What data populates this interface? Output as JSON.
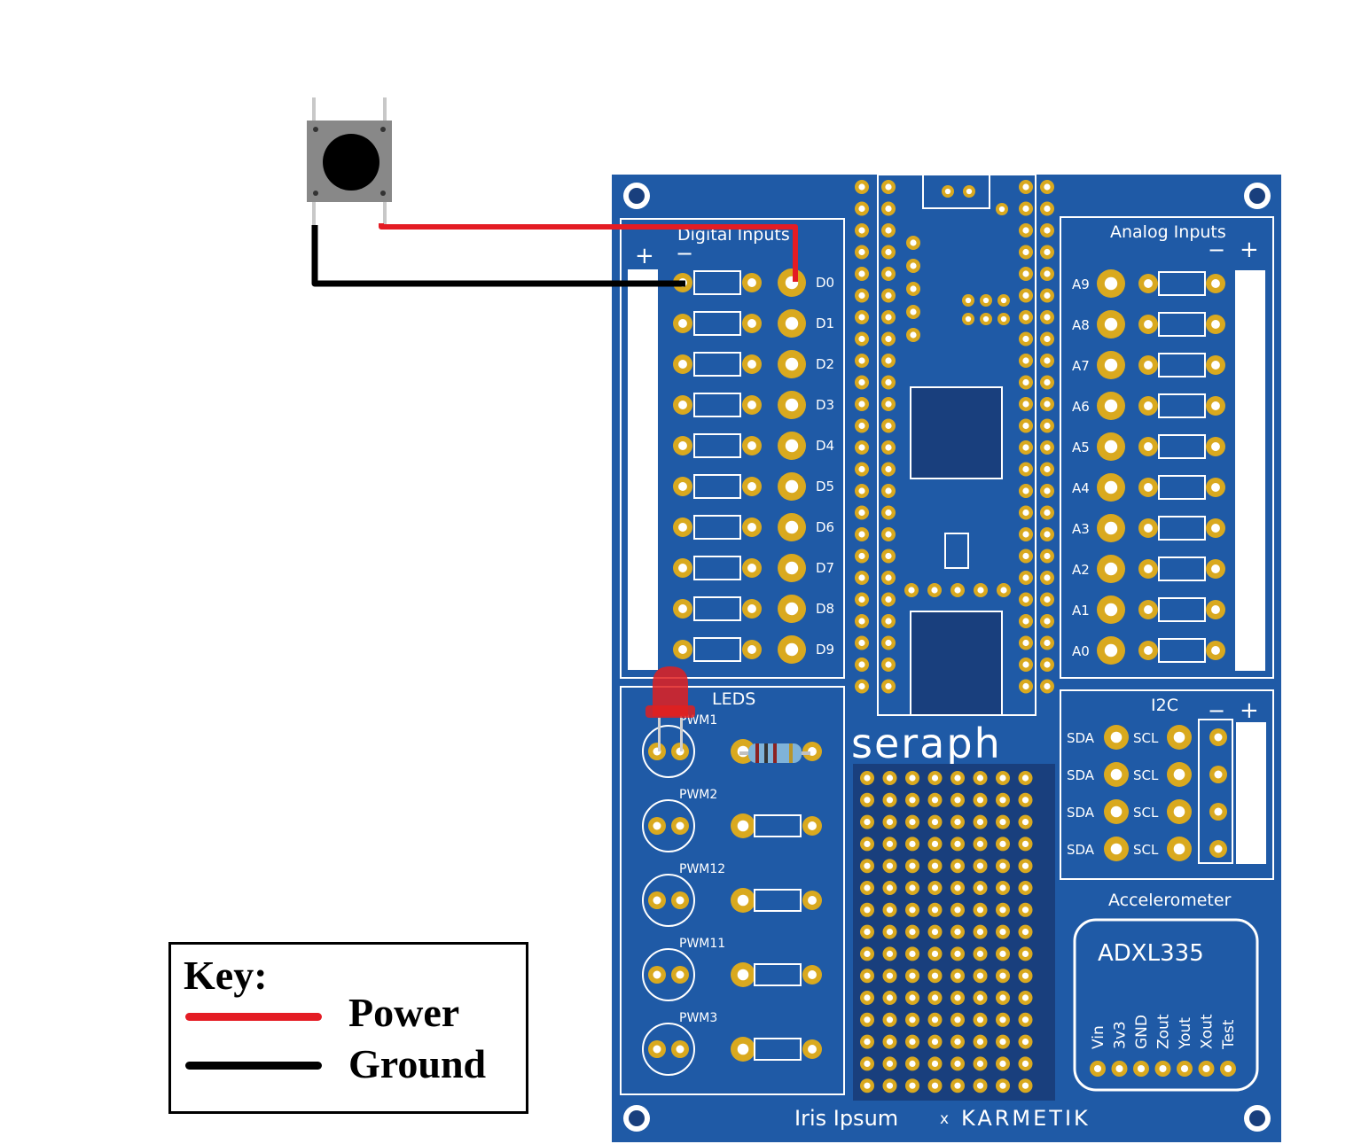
{
  "board": {
    "colors": {
      "pcb": "#1f5aa6",
      "pcb_dark": "#193f7d",
      "trace": "#2b66b5",
      "pad": "#d9a91f",
      "hole": "#ffffff",
      "silk": "#ffffff",
      "wire_power": "#e41c24",
      "wire_ground": "#000000",
      "led": "#e02020"
    },
    "digital": {
      "title": "Digital Inputs",
      "plus": "+",
      "minus": "−",
      "labels": [
        "D0",
        "D1",
        "D2",
        "D3",
        "D4",
        "D5",
        "D6",
        "D7",
        "D8",
        "D9"
      ]
    },
    "analog": {
      "title": "Analog Inputs",
      "plus": "+",
      "minus": "−",
      "labels": [
        "A9",
        "A8",
        "A7",
        "A6",
        "A5",
        "A4",
        "A3",
        "A2",
        "A1",
        "A0"
      ]
    },
    "leds": {
      "title": "LEDS",
      "labels": [
        "PWM1",
        "PWM2",
        "PWM12",
        "PWM11",
        "PWM3"
      ]
    },
    "i2c": {
      "title": "I2C",
      "plus": "+",
      "minus": "−",
      "sda": "SDA",
      "scl": "SCL"
    },
    "accel": {
      "title": "Accelerometer",
      "chip": "ADXL335",
      "pins": [
        "Vin",
        "3v3",
        "GND",
        "Zout",
        "Yout",
        "Xout",
        "Test"
      ]
    },
    "logo": "seraph",
    "footer": {
      "brand1": "Iris Ipsum",
      "x": "x",
      "brand2": "KARMETIK"
    }
  },
  "key": {
    "title": "Key:",
    "items": [
      {
        "label": "Power",
        "color": "#e41c24"
      },
      {
        "label": "Ground",
        "color": "#000000"
      }
    ]
  }
}
